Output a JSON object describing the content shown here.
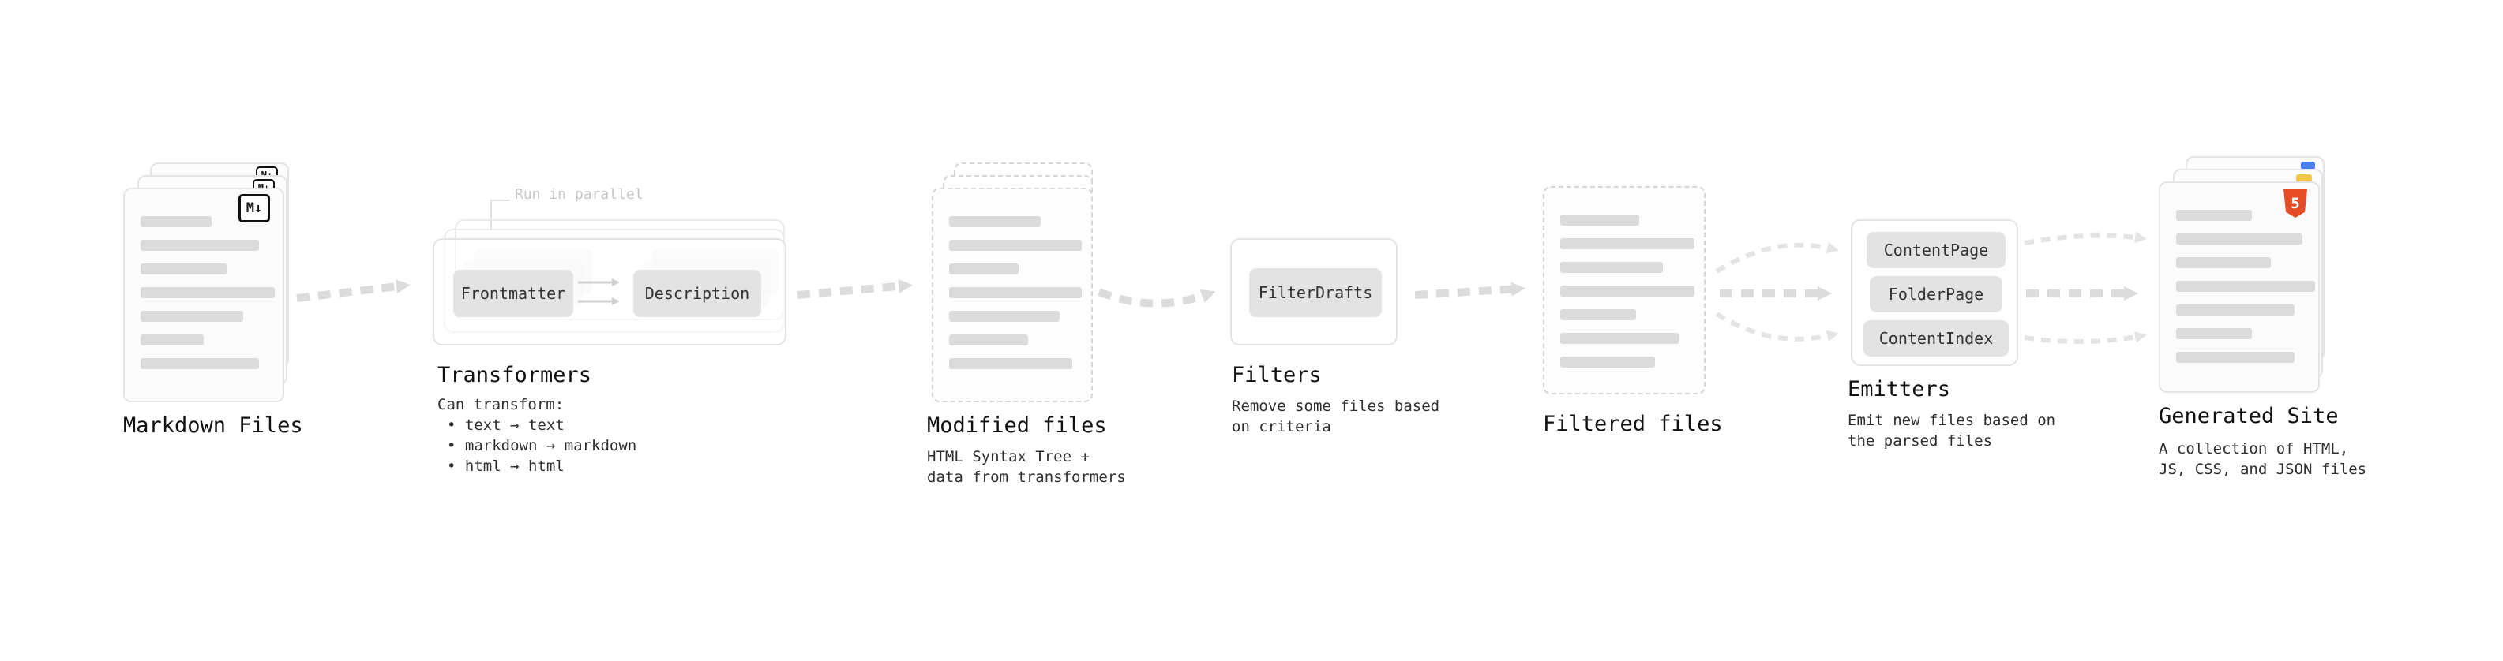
{
  "nodes": {
    "markdown_files": {
      "title": "Markdown Files",
      "badge": "M↓"
    },
    "transformers": {
      "title": "Transformers",
      "parallel_label": "Run in parallel",
      "buttons": [
        "Frontmatter",
        "Description"
      ],
      "desc": [
        "Can transform:",
        "• text → text",
        "• markdown → markdown",
        "• html → html"
      ]
    },
    "modified_files": {
      "title": "Modified files",
      "desc": [
        "HTML Syntax Tree +",
        "data from transformers"
      ]
    },
    "filters": {
      "title": "Filters",
      "buttons": [
        "FilterDrafts"
      ],
      "desc": [
        "Remove some files based",
        "on criteria"
      ]
    },
    "filtered_files": {
      "title": "Filtered files"
    },
    "emitters": {
      "title": "Emitters",
      "buttons": [
        "ContentPage",
        "FolderPage",
        "ContentIndex"
      ],
      "desc": [
        "Emit new files based on",
        "the parsed files"
      ]
    },
    "generated_site": {
      "title": "Generated Site",
      "badge": "5",
      "desc": [
        "A collection of HTML,",
        "JS, CSS, and JSON files"
      ]
    }
  },
  "colors": {
    "arrow": "#dcdcdc",
    "arrow_light": "#e4e4e4",
    "card_border": "#e4e4e4",
    "content_bar": "#dbdbdb",
    "chip_bg": "#e3e3e3",
    "title_text": "#111111",
    "body_text": "#2e2e2e",
    "muted_label": "#c6c6c6",
    "html5_orange": "#e44d26",
    "markdown_icon": "#111111",
    "css_blue": "#4a7df2",
    "js_yellow": "#f2c744"
  }
}
